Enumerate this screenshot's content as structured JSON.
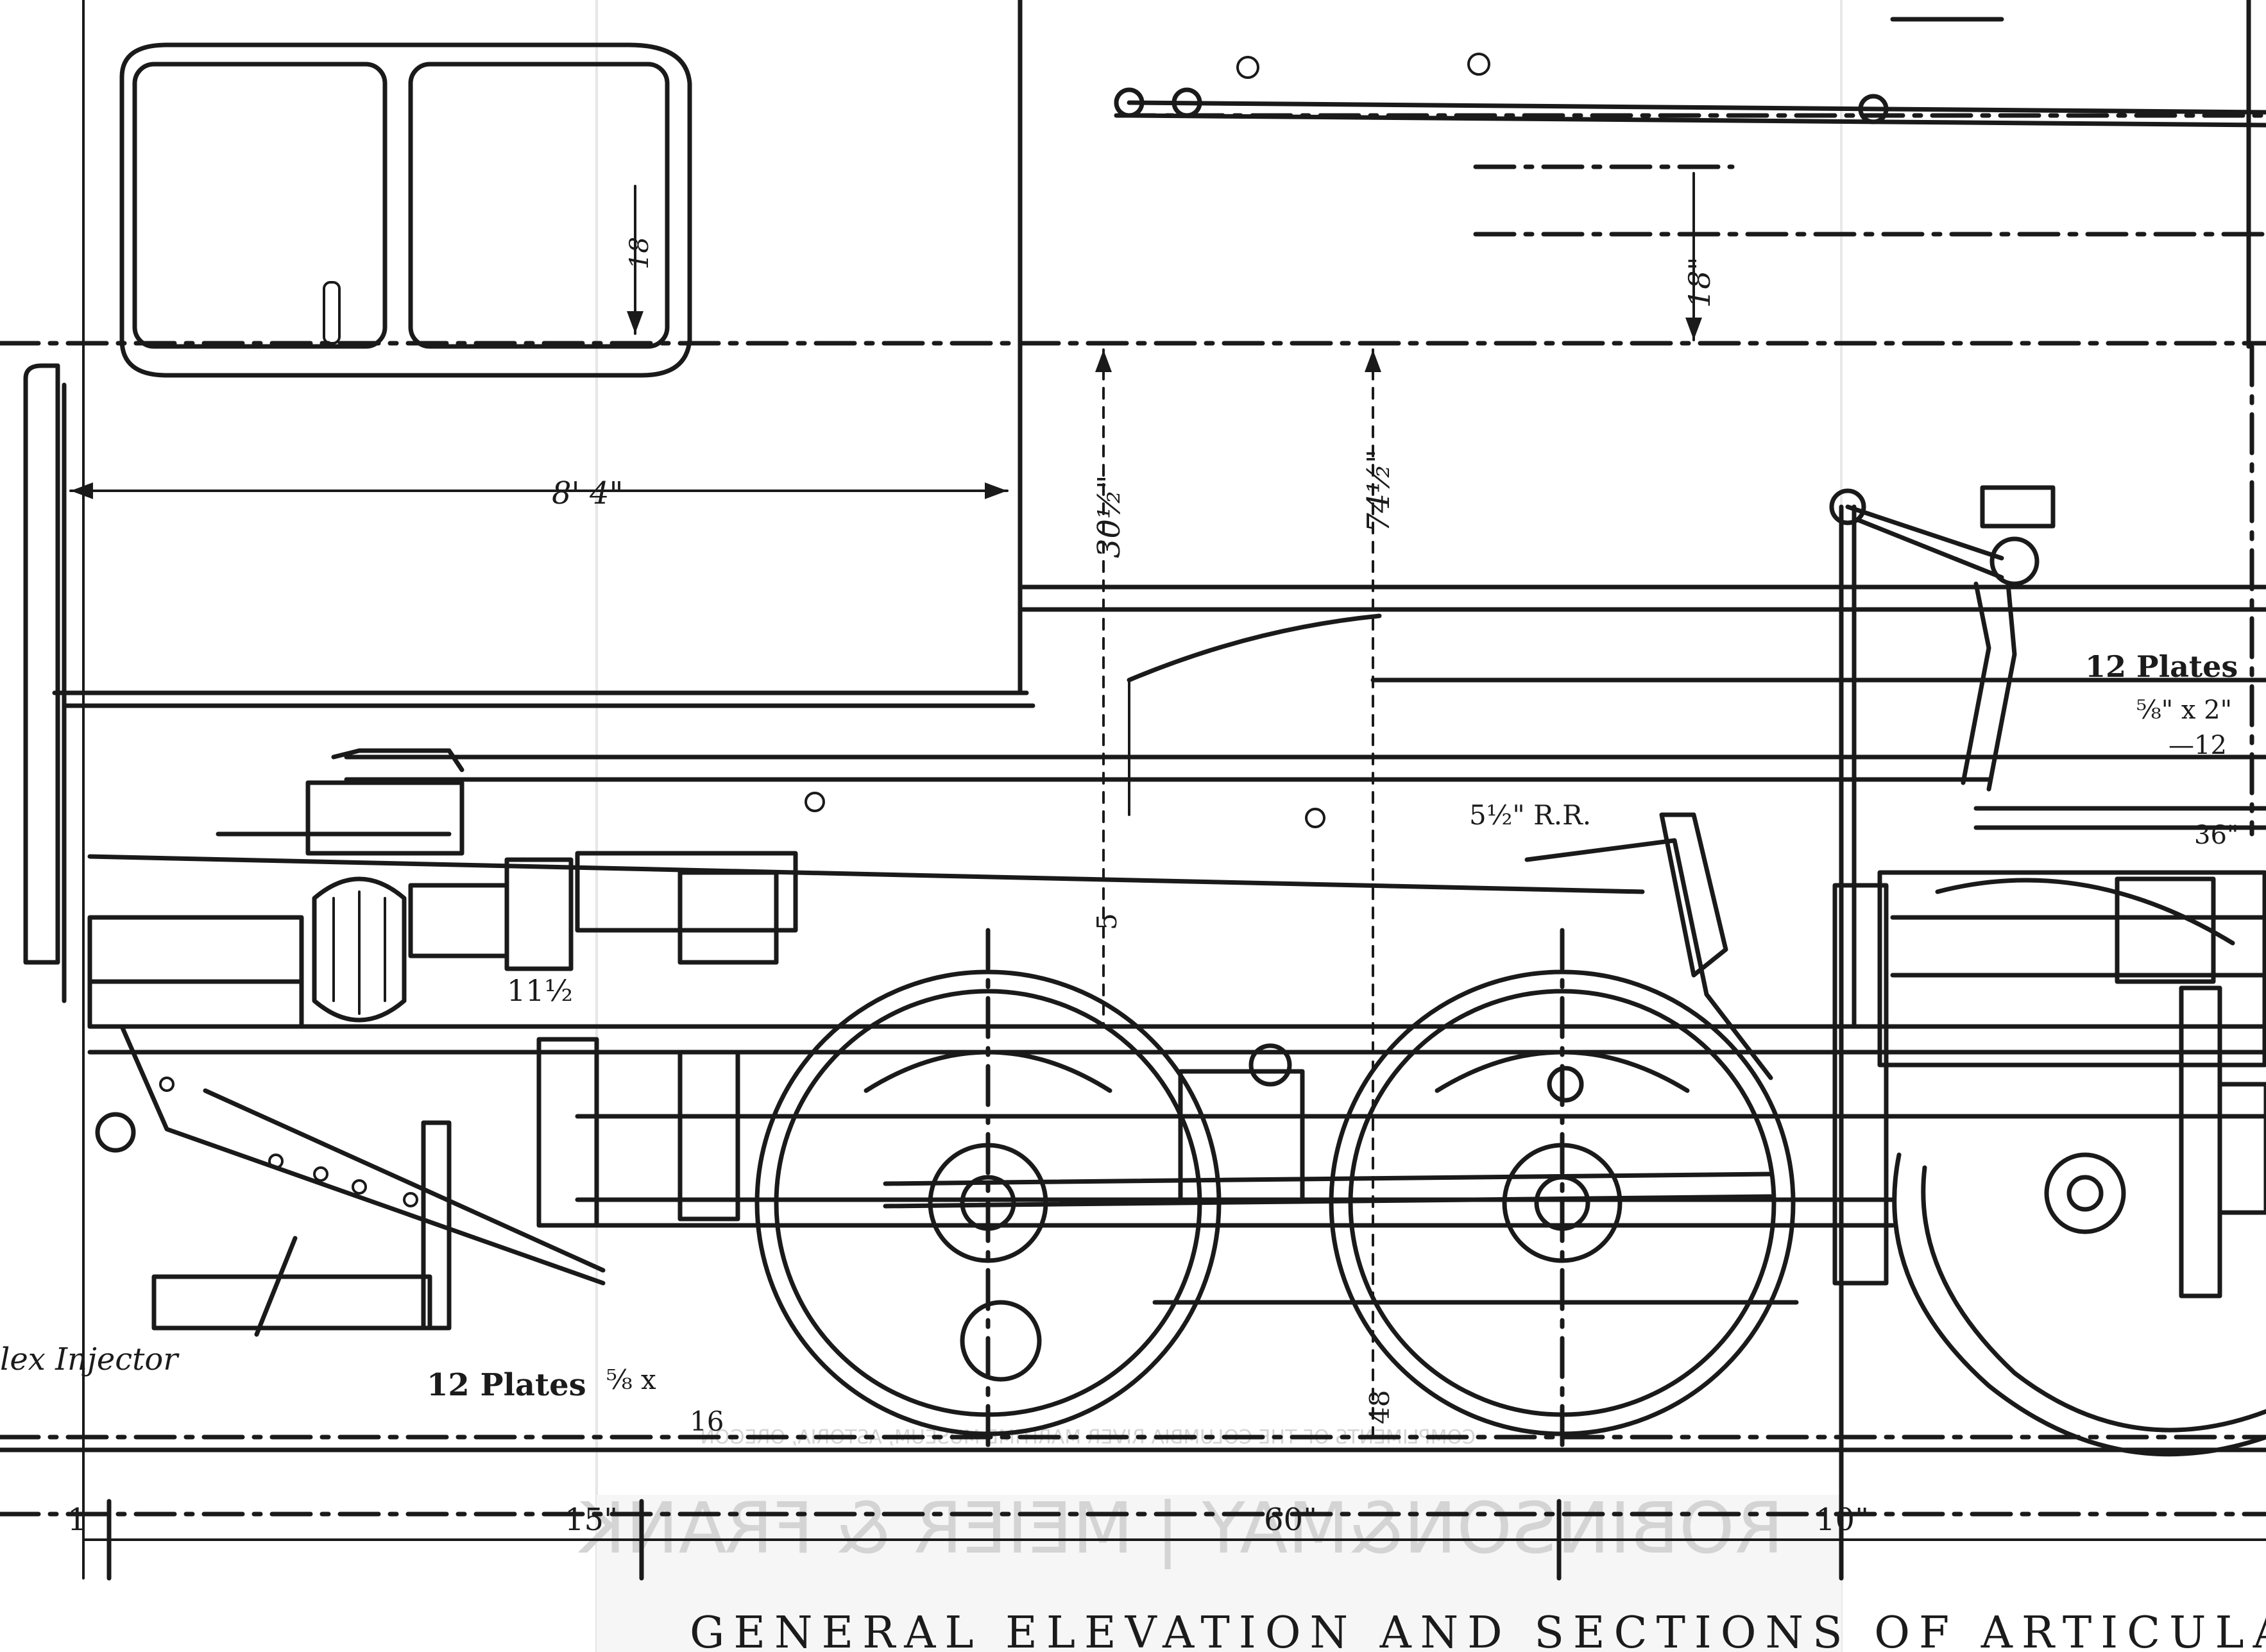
{
  "drawing": {
    "caption": "GENERAL ELEVATION AND SECTIONS OF ARTICULATE",
    "labels": {
      "injector": "lex Injector",
      "plates_bottom": "12 Plates",
      "plates_bottom_frac_top": "⅝ x ",
      "plates_bottom_frac_bottom": "16",
      "plates_right": "12 Plates",
      "plates_right_sub": "⅝\" x 2\"",
      "plates_right_sub2": "—12",
      "cab_width": "8' 4\"",
      "dim_30": "30½\"",
      "dim_74": "74½\"",
      "dim_18": "18\"",
      "dim_18_small": "18",
      "dim_11": "11½",
      "dim_60": "60\"",
      "dim_15": "15\"",
      "dim_10": "10\"",
      "dim_1": "1",
      "dim_5": "5",
      "dim_48": "48",
      "rail_label": "5½\" R.R.",
      "dim_36": "36\""
    },
    "watermark": {
      "text": "ROBINSON&MAY | MEIER & FRANK",
      "small_text": "COMPLIMENTS OF THE COLUMBIA RIVER MARITIME MUSEUM, ASTORIA, OREGON"
    }
  }
}
